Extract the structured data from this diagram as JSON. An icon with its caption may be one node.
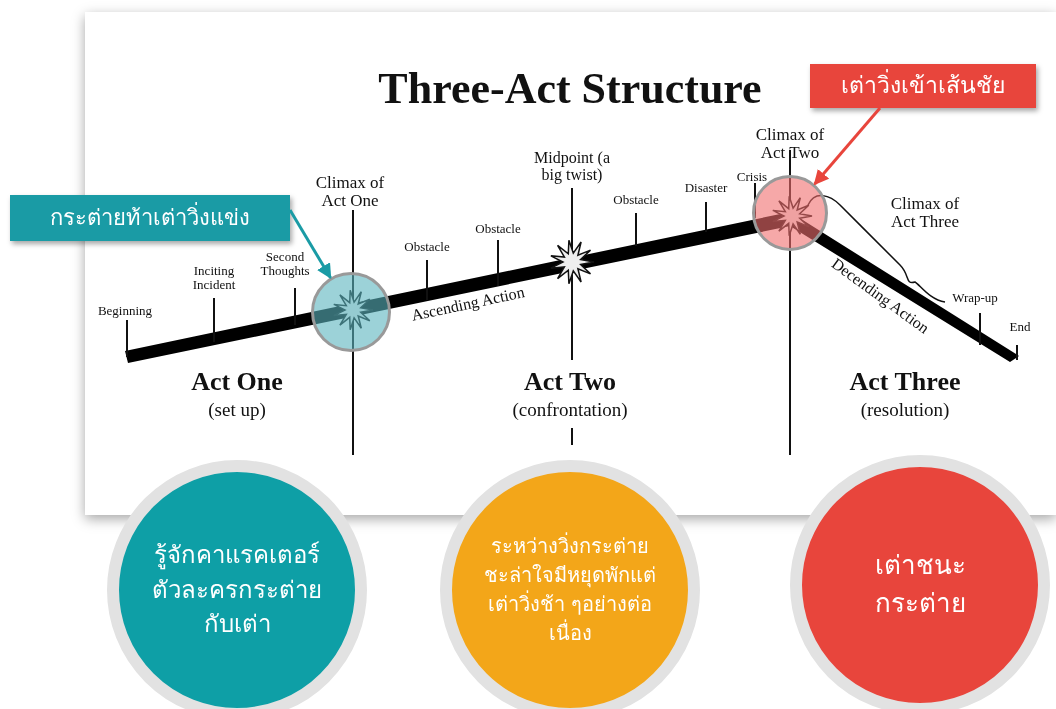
{
  "diagram": {
    "title": "Three-Act Structure",
    "nodes": [
      {
        "text": [
          "เต่าวิ่งเข้าเส้นชัย"
        ]
      },
      {
        "text": [
          "กระต่ายท้าเต่าวิ่งแข่ง"
        ]
      },
      {
        "text": [],
        "shape": "circle"
      },
      {
        "text": [],
        "shape": "circle"
      },
      {
        "text": [
          "รู้จักคาแรคเตอร์ตัวละครกระต่ายกับเต่า"
        ]
      },
      {
        "text": [
          "ระหว่างวิ่งกระต่ายชะล่าใจมีหยุดพักแต่เต่าวิ่งช้า ๆอย่างต่อเนื่อง"
        ]
      },
      {
        "text": [
          "เต่าชนะกระต่าย"
        ]
      }
    ],
    "edges": [
      {
        "from": 1,
        "to": 2,
        "arrow": "to",
        "color": "#1a9ba5"
      },
      {
        "from": 0,
        "to": 3,
        "arrow": "to",
        "color": "#e8453c"
      }
    ],
    "labels": [
      "Climax of Act Two",
      "Midpoint (a big twist)",
      "Climax of Act One",
      "Obstacle",
      "Disaster",
      "Crisis",
      "Climax of Act Three",
      "Obstacle",
      "Obstacle",
      "Inciting Incident",
      "Second Thoughts",
      "Beginning",
      "Ascending Action",
      "Decending Action",
      "Wrap-up",
      "End",
      "Act One",
      "(set up)",
      "Act Two",
      "(confrontation)",
      "Act Three",
      "(resolution)"
    ]
  }
}
